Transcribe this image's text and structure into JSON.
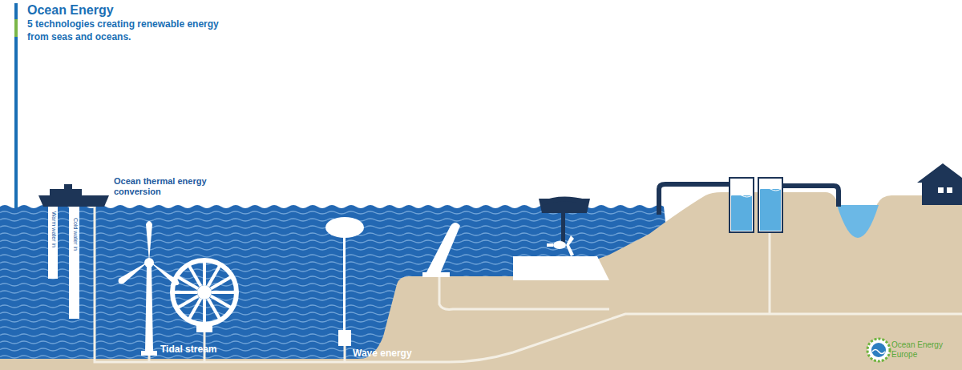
{
  "diagram": {
    "title": "Ocean Energy",
    "labels": [
      "5 technologies creating renewable energy from seas and oceans.",
      "Ocean thermal energy conversion",
      "Warm water in",
      "Cold water in",
      "Tidal stream",
      "Wave energy",
      "Ocean Energy Europe"
    ]
  }
}
